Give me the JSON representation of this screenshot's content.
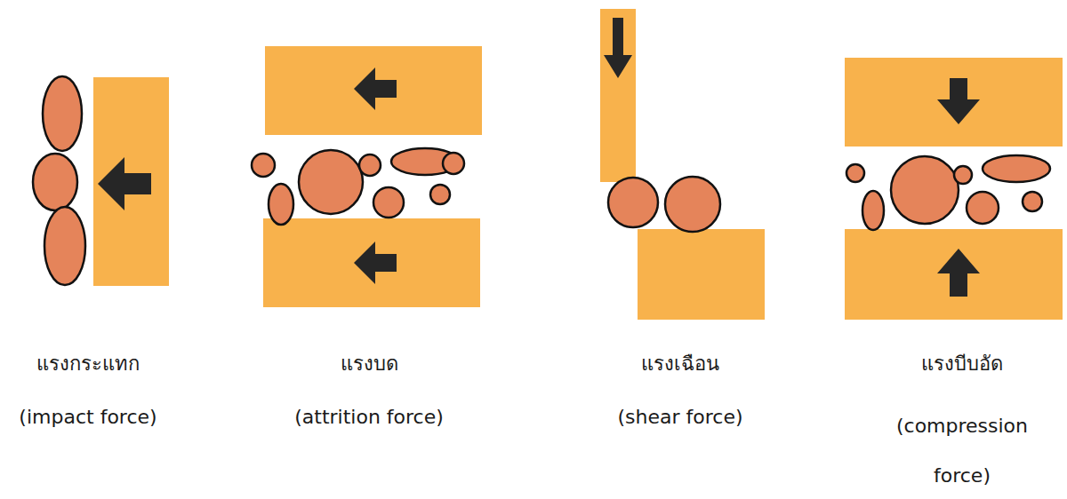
{
  "diagram": {
    "labels": [
      "แรงกระแทก",
      "(impact force)",
      "แรงบด",
      "(attrition force)",
      "แรงเฉือน",
      "(shear force)",
      "แรงบีบอัด",
      "(compression force)"
    ]
  }
}
